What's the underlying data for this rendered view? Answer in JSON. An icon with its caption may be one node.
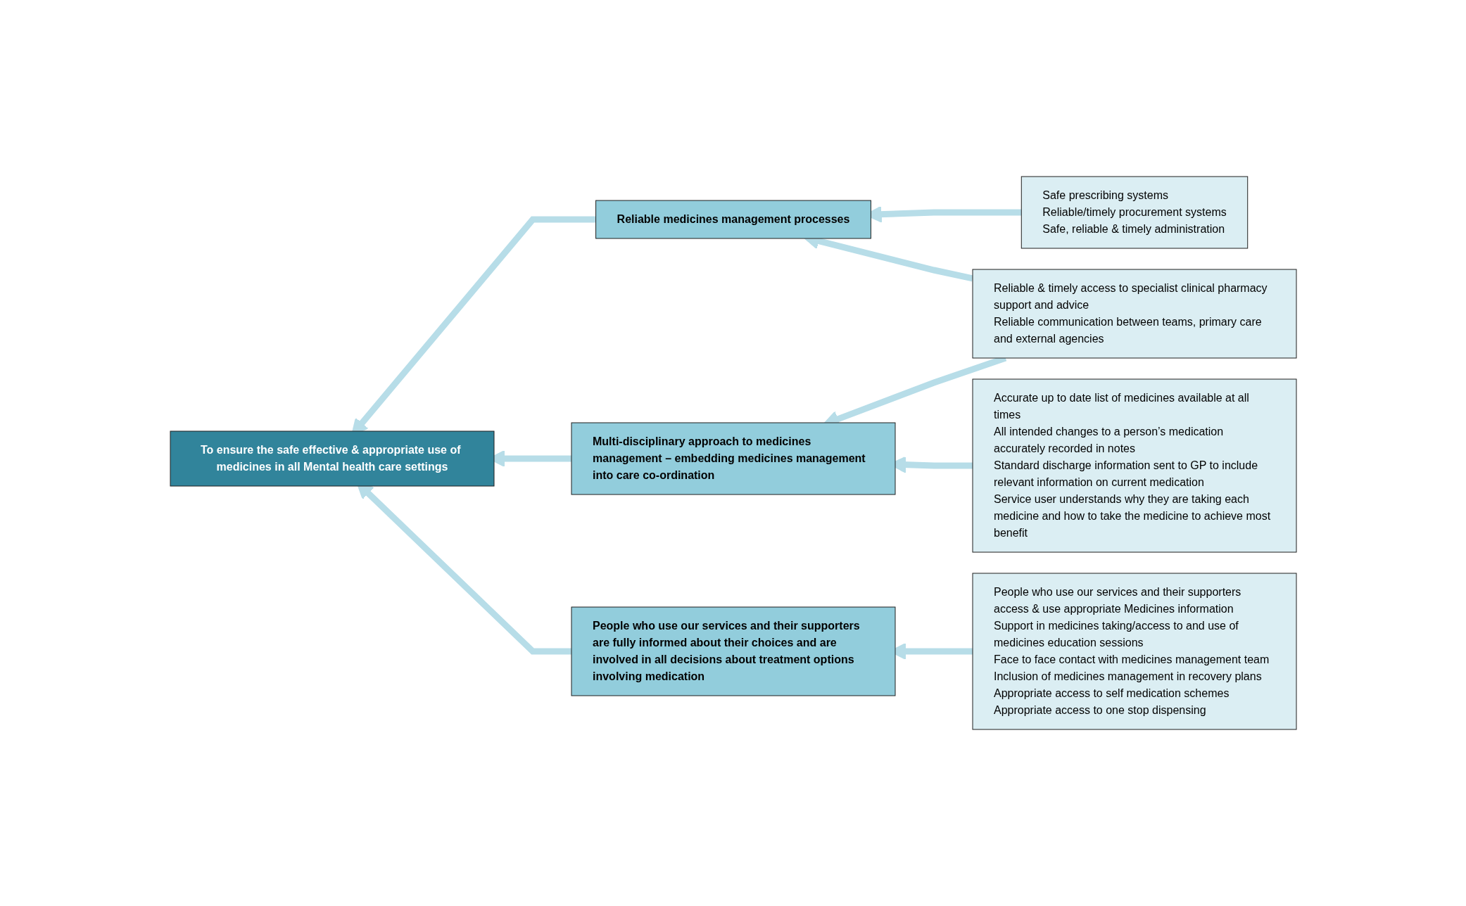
{
  "diagram": {
    "nodes": [
      {
        "text": [
          "To ensure the safe effective & appropriate use of medicines in all Mental health care settings"
        ]
      },
      {
        "text": [
          "Reliable medicines management processes"
        ]
      },
      {
        "text": [
          "Safe prescribing systems",
          "Reliable/timely procurement systems",
          "Safe, reliable & timely administration"
        ]
      },
      {
        "text": [
          "Reliable & timely access to specialist clinical pharmacy support and advice",
          "Reliable communication between teams, primary care and external agencies"
        ]
      },
      {
        "text": [
          "Multi-disciplinary approach to medicines management – embedding medicines management into care co-ordination"
        ]
      },
      {
        "text": [
          "Accurate up to date list of medicines available at all times",
          "All intended changes to a person’s medication accurately recorded in notes",
          "Standard discharge information sent to GP to include relevant information on current medication",
          "Service user understands why they are taking each medicine and how to take the medicine to achieve most benefit"
        ]
      },
      {
        "text": [
          "People who use our services and their supporters are fully informed about their choices and are involved in all decisions about treatment options involving medication"
        ]
      },
      {
        "text": [
          "People who use our services and their supporters access & use appropriate Medicines information",
          "Support in medicines taking/access to and use of medicines education sessions",
          "Face to face contact with medicines management team",
          "Inclusion of medicines management in recovery plans",
          "Appropriate access to self medication schemes",
          "Appropriate access to one stop dispensing"
        ]
      }
    ],
    "edges": [
      {
        "from": 1,
        "to": 0,
        "arrow": "to"
      },
      {
        "from": 2,
        "to": 1,
        "arrow": "to"
      },
      {
        "from": 3,
        "to": 1,
        "arrow": "to"
      },
      {
        "from": 3,
        "to": 4,
        "arrow": "to"
      },
      {
        "from": 4,
        "to": 0,
        "arrow": "to"
      },
      {
        "from": 5,
        "to": 4,
        "arrow": "to"
      },
      {
        "from": 6,
        "to": 0,
        "arrow": "to"
      },
      {
        "from": 7,
        "to": 6,
        "arrow": "to"
      }
    ]
  }
}
